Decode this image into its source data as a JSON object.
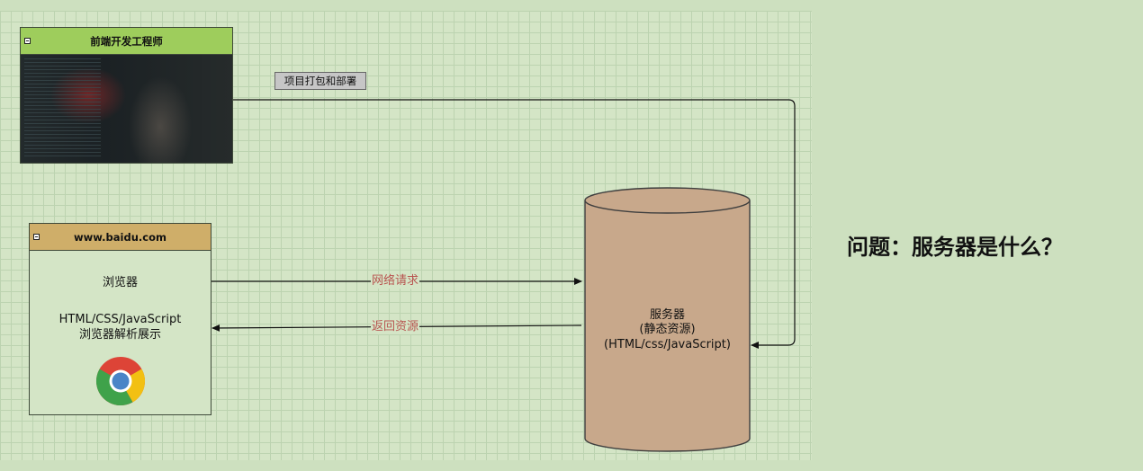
{
  "diagram": {
    "developer_node": {
      "title": "前端开发工程师"
    },
    "browser_node": {
      "title": "www.baidu.com",
      "label": "浏览器",
      "line1": "HTML/CSS/JavaScript",
      "line2": "浏览器解析展示",
      "logo_icon": "chrome-logo"
    },
    "server_node": {
      "line1": "服务器",
      "line2": "(静态资源)",
      "line3": "(HTML/css/JavaScript)"
    },
    "edges": {
      "deploy_label": "项目打包和部署",
      "request_label": "网络请求",
      "response_label": "返回资源"
    }
  },
  "question": "问题：服务器是什么？",
  "colors": {
    "developer_header": "#9ecd5c",
    "browser_header": "#cfae69",
    "server_fill": "#c8a88b",
    "edge_label": "#b85450",
    "background": "#cde0bf"
  }
}
